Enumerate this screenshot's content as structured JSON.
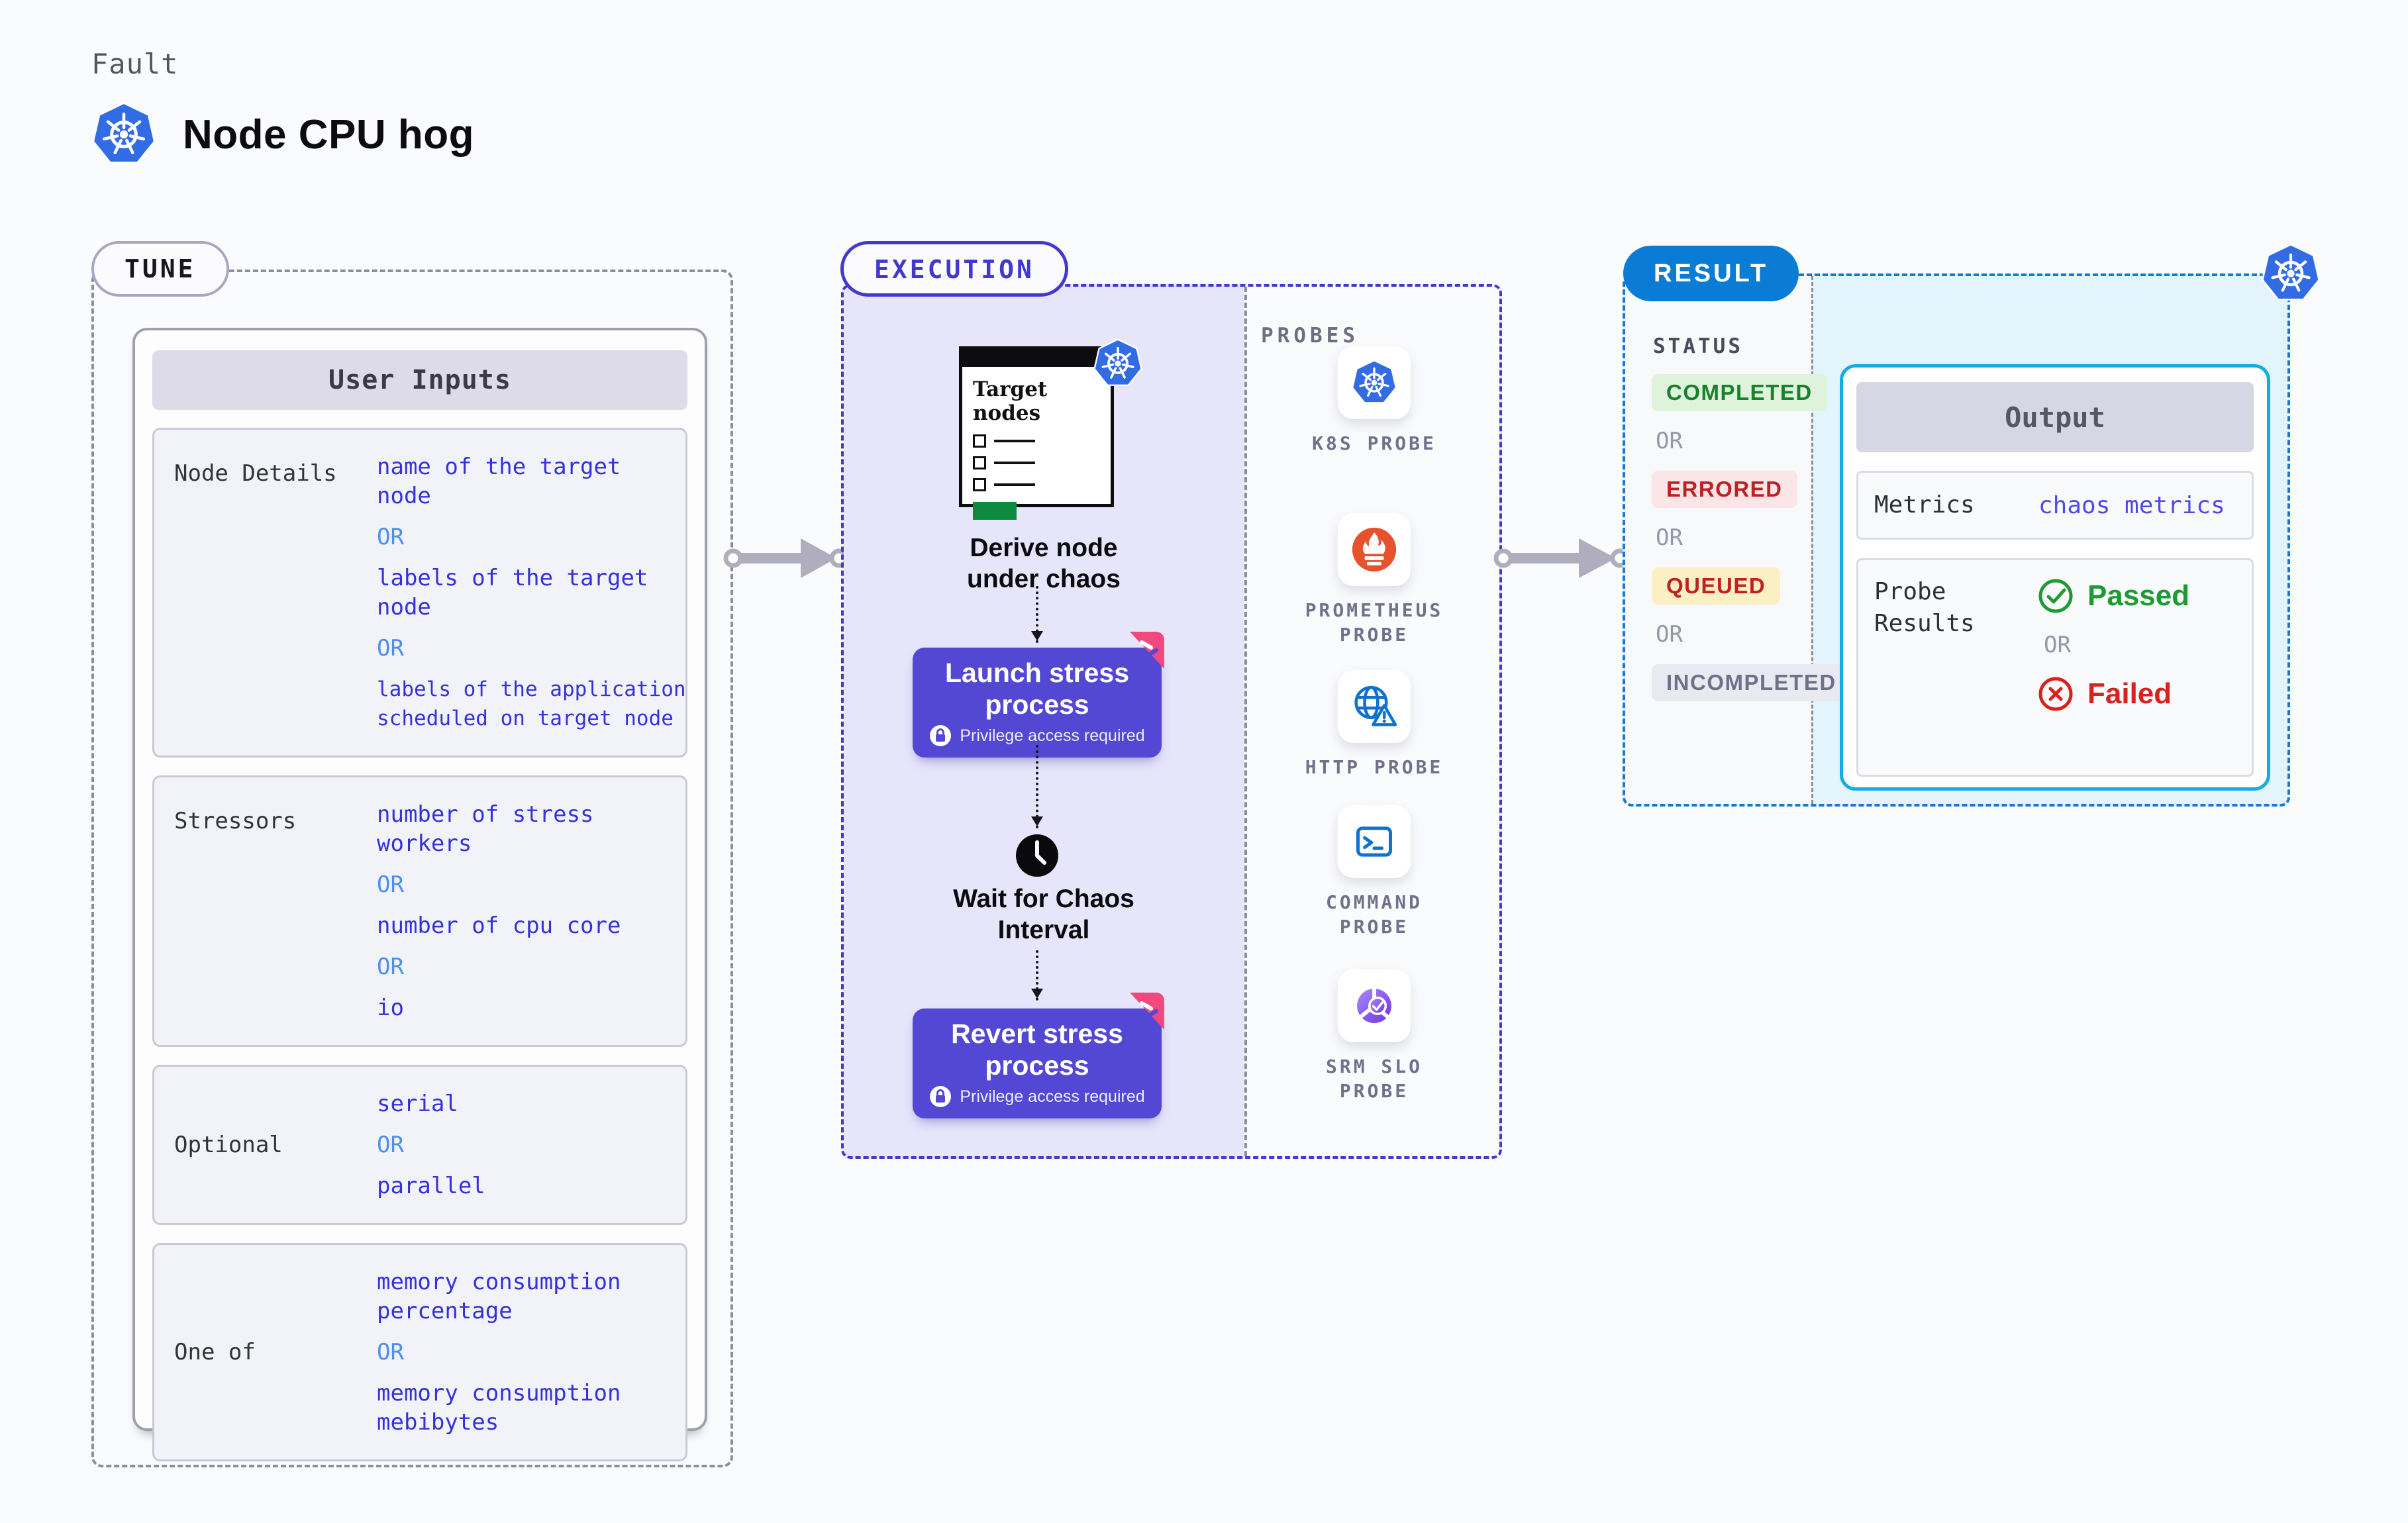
{
  "header": {
    "eyebrow": "Fault",
    "title": "Node CPU hog"
  },
  "common": {
    "or": "OR"
  },
  "tune": {
    "badge": "TUNE",
    "table_title": "User Inputs",
    "rows": [
      {
        "label": "Node Details",
        "values": [
          "name of the target node",
          "labels of the target node",
          "labels of the application scheduled on target node"
        ]
      },
      {
        "label": "Stressors",
        "values": [
          "number of stress workers",
          "number of cpu core",
          "io"
        ]
      },
      {
        "label": "Optional",
        "values": [
          "serial",
          "parallel"
        ]
      },
      {
        "label": "One of",
        "values": [
          "memory consumption percentage",
          "memory consumption mebibytes"
        ]
      }
    ]
  },
  "execution": {
    "badge": "EXECUTION",
    "target_card_title": "Target nodes",
    "derive_label": "Derive node under chaos",
    "launch_label": "Launch stress process",
    "wait_label": "Wait for Chaos Interval",
    "revert_label": "Revert stress process",
    "privilege_note": "Privilege access required",
    "probes_title": "PROBES",
    "probes": [
      {
        "label": "K8S PROBE",
        "icon": "kubernetes-icon"
      },
      {
        "label": "PROMETHEUS PROBE",
        "icon": "prometheus-icon"
      },
      {
        "label": "HTTP PROBE",
        "icon": "globe-warning-icon"
      },
      {
        "label": "COMMAND PROBE",
        "icon": "terminal-icon"
      },
      {
        "label": "SRM SLO PROBE",
        "icon": "slo-gauge-icon"
      }
    ]
  },
  "result": {
    "badge": "RESULT",
    "status_title": "STATUS",
    "statuses": [
      "COMPLETED",
      "ERRORED",
      "QUEUED",
      "INCOMPLETED"
    ],
    "output": {
      "title": "Output",
      "metrics_label": "Metrics",
      "metrics_value": "chaos metrics",
      "probe_results_label": "Probe Results",
      "passed_label": "Passed",
      "failed_label": "Failed"
    }
  },
  "colors": {
    "background": "#FAFBFD",
    "kubernetes_blue": "#326CE5",
    "indigo_accent": "#4238CE",
    "button_indigo": "#5348D4",
    "result_blue": "#0A7CD6",
    "cyan_border": "#12AEDF",
    "value_indigo": "#3631D9",
    "or_blue": "#4C8EF2",
    "completed_green": "#17812B",
    "errored_red": "#C02025",
    "queued_bg": "#FBF0C4",
    "passed_green": "#1E9A32",
    "failed_red": "#D7231D",
    "prometheus_orange": "#E6522C",
    "pink_flag": "#F1497E",
    "green_bar": "#0E8A3E"
  }
}
